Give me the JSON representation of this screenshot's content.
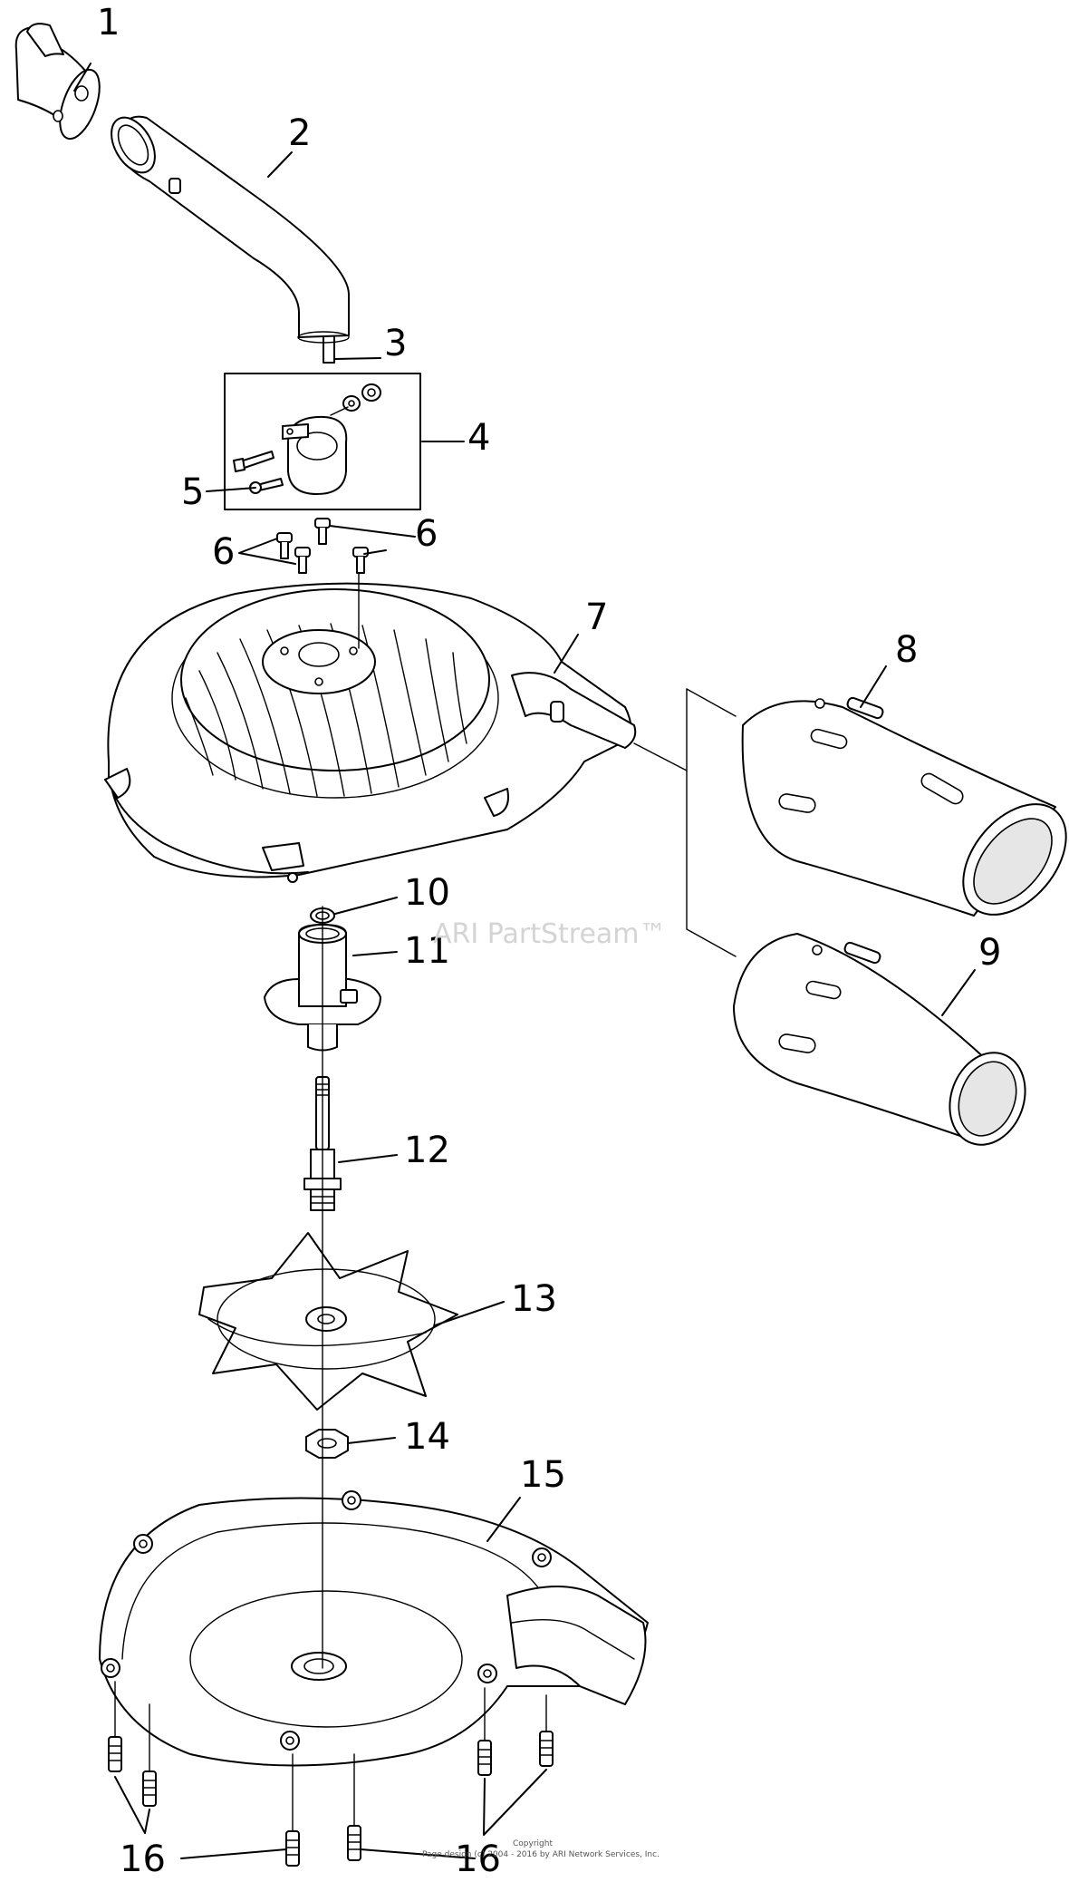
{
  "watermark": "ARI PartStream™",
  "copyright": {
    "line1": "Copyright",
    "line2": "Page design (c) 2004 - 2016 by ARI Network Services, Inc."
  },
  "callouts": [
    "1",
    "2",
    "3",
    "4",
    "5",
    "6",
    "6",
    "7",
    "8",
    "9",
    "10",
    "11",
    "12",
    "13",
    "14",
    "15",
    "16",
    "16"
  ],
  "colors": {
    "line": "#000000",
    "background": "#ffffff",
    "watermark": "#d4d4d4"
  }
}
